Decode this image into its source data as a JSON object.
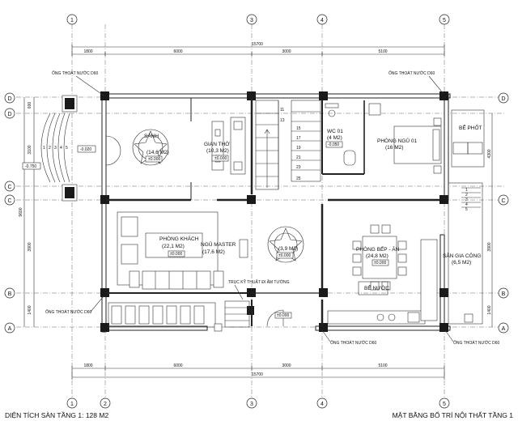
{
  "plan": {
    "title": "MẶT BẰNG BỐ TRÍ NỘI THẤT TẦNG 1",
    "area_label": "DIỆN TÍCH SÀN TẦNG 1: 128 M2",
    "overall_dim": "15700",
    "dims_top": [
      "1800",
      "6000",
      "3000",
      "5100"
    ],
    "dims_bottom": [
      "1800",
      "6000",
      "3000",
      "5100"
    ],
    "dims_left": [
      "600",
      "3100",
      "3900",
      "1400"
    ],
    "dims_left_total": "9600",
    "dims_right": [
      "4300",
      "3900",
      "1400"
    ],
    "axes_vertical": [
      "1",
      "2",
      "3",
      "4",
      "5"
    ],
    "axes_horizontal": [
      "D",
      "D",
      "C",
      "C",
      "B",
      "A"
    ],
    "rooms": [
      {
        "name": "SẢNH",
        "area": "(14,6 M2)",
        "level": "±0.000"
      },
      {
        "name": "GIAN THỜ",
        "area": "(10,3 M2)",
        "level": "±0.000"
      },
      {
        "name": "WC 01",
        "area": "(4 M2)",
        "level": "-0.050"
      },
      {
        "name": "PHÒNG NGỦ 01",
        "area": "(16 M2)",
        "level": ""
      },
      {
        "name": "BỂ PHỐT",
        "area": "",
        "level": ""
      },
      {
        "name": "PHÒNG KHÁCH",
        "area": "(22,1 M2)",
        "level": "±0.000"
      },
      {
        "name": "NGỦ MASTER",
        "area": "(17,6 M2)",
        "level": ""
      },
      {
        "name": "",
        "area": "(3,9 M2)",
        "level": "±0.000"
      },
      {
        "name": "PHÒNG BẾP - ĂN",
        "area": "(24,8 M2)",
        "level": "±0.000"
      },
      {
        "name": "BỂ NƯỚC",
        "area": "",
        "level": ""
      },
      {
        "name": "SÂN GIA CÔNG",
        "area": "(6,5 M2)",
        "level": ""
      }
    ],
    "notes": {
      "drain": "ỐNG THOÁT NƯỚC D60",
      "shaft": "TRỤC KỸ THUẬT ĐI ÂM TƯỜNG",
      "porch_level": "-0.020",
      "porch_level2": "-0.750",
      "stairs_nums": [
        "11",
        "13",
        "15",
        "17",
        "19",
        "21",
        "23",
        "25"
      ],
      "porch_steps": [
        "1",
        "2",
        "3",
        "4",
        "5"
      ],
      "yard_steps": [
        "1",
        "2",
        "3",
        "4",
        "5"
      ]
    }
  }
}
